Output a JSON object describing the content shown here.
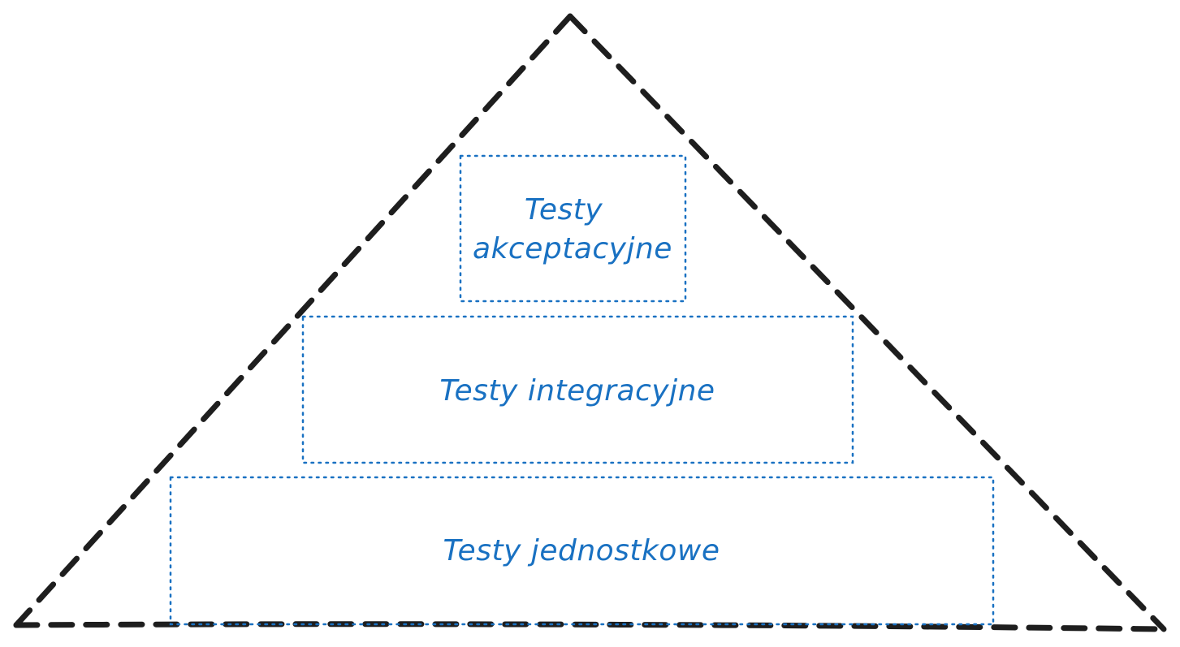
{
  "diagram": {
    "layers": [
      {
        "id": "acceptance",
        "lines": [
          "Testy",
          "akceptacyjne"
        ]
      },
      {
        "id": "integration",
        "lines": [
          "Testy integracyjne"
        ]
      },
      {
        "id": "unit",
        "lines": [
          "Testy jednostkowe"
        ]
      }
    ],
    "colors": {
      "outline": "#1e1e1e",
      "layer": "#1971c2",
      "background": "#ffffff"
    }
  }
}
